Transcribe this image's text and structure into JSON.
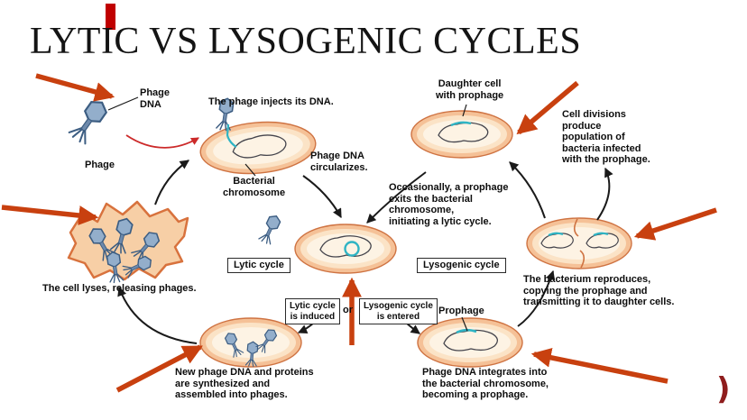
{
  "slide": {
    "title": "LYTIC VS LYSOGENIC CYCLES"
  },
  "colors": {
    "accent_bar": "#c00000",
    "annotation_arrow": "#c8400f",
    "cell_fill": "#fbe3c6",
    "cell_border": "#ef9e6b",
    "phage_blue": "#93aecb",
    "phage_dna_teal": "#2fb4c4",
    "corner_glyph": "#8f1d1d"
  },
  "icons": {
    "phage": "bacteriophage-glyph",
    "annotation_arrow": "thick-red-pointer-arrow"
  },
  "decoration": {
    "corner_glyph": ")"
  },
  "labels": {
    "phage_dna": "Phage\nDNA",
    "phage": "Phage",
    "inject": "The phage injects its DNA.",
    "bacterial_chromosome": "Bacterial\nchromosome",
    "circularizes": "Phage DNA\ncircularizes.",
    "daughter_cell": "Daughter cell\nwith prophage",
    "cell_divisions": "Cell divisions\nproduce\npopulation of\nbacteria infected\nwith the prophage.",
    "occasionally": "Occasionally, a prophage\nexits the bacterial\nchromosome,\ninitiating a lytic cycle.",
    "lytic_cycle": "Lytic cycle",
    "lysogenic_cycle": "Lysogenic cycle",
    "cell_lyses": "The cell lyses, releasing phages.",
    "lytic_induced": "Lytic cycle\nis induced",
    "or": "or",
    "lysogenic_entered": "Lysogenic cycle\nis entered",
    "prophage": "Prophage",
    "bacterium_reproduces": "The bacterium reproduces,\ncopying the prophage and\ntransmitting it to daughter cells.",
    "new_phage": "New phage DNA and proteins\nare synthesized and\nassembled into phages.",
    "integrates": "Phage DNA integrates into\nthe bacterial chromosome,\nbecoming a prophage."
  }
}
